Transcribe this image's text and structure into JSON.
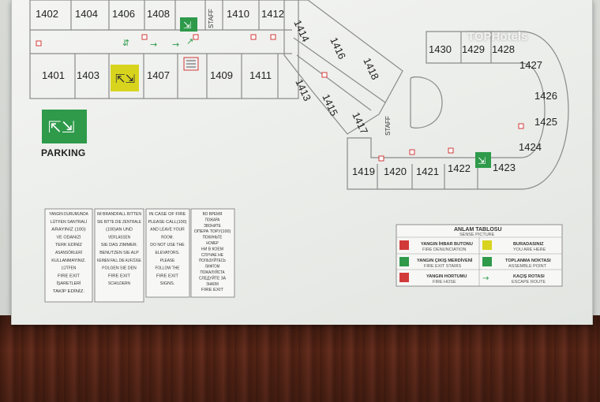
{
  "rooms_top_left": [
    "1402",
    "1404",
    "1406",
    "1408",
    "1410",
    "1412"
  ],
  "rooms_bottom_left": [
    "1401",
    "1403",
    "1407",
    "1409",
    "1411"
  ],
  "rooms_diag_upper": [
    "1414",
    "1416",
    "1418"
  ],
  "rooms_diag_lower": [
    "1413",
    "1415",
    "1417"
  ],
  "rooms_right_top": [
    "1430",
    "1429",
    "1428",
    "1427",
    "1426",
    "1425",
    "1424",
    "1423"
  ],
  "rooms_right_bottom": [
    "1419",
    "1420",
    "1421",
    "1422"
  ],
  "staff_label": "STAFF",
  "parking_label": "PARKING",
  "watermark": "TOPHotels",
  "panels": [
    [
      "YANGIN DURUMUNDA",
      "LÜTFEN SANTRALİ",
      "ARAYINIZ (100)",
      "VE ODANIZI",
      "TERK EDİNİZ",
      "ASANSÖRLERİ",
      "KULLANMAYINIZ.",
      "LÜTFEN",
      "FIRE EXIT",
      "İŞARETLERİ",
      "TAKİP EDİNİZ."
    ],
    [
      "IM BRANDFALL BITTEN",
      "SIE BITTE DIE ZENTRALE",
      "(100)AN UND",
      "VERLASSEN",
      "SIE DAS ZIMMER.",
      "BENUTZEN SIE ALP",
      "KEINEN FALL DIE AUFZÜGE",
      "FOLGEN SIE DEN",
      "FIRE EXIT",
      "SCHILDERN"
    ],
    [
      "IN CASE OF FIRE",
      "PLEASE CALL(100)",
      "AND LEAVE YOUR",
      "ROOM.",
      "DO NOT USE THE",
      "ELEVATORS.",
      "PLEASE",
      "FOLLOW THE",
      "FIRE EXIT",
      "SIGNS."
    ],
    [
      "ВО ВРЕМЯ",
      "ПОЖАРА",
      "ЗВОНИТЕ",
      "ОПЕРА ТОРУ(100)",
      "ПОКИНЬТЕ",
      "НОМЕР",
      "НИ В КОЕМ",
      "СЛУЧАЕ НЕ",
      "ПОЛЬЗУЙТЕСЬ",
      "ЛИФТОМ",
      "ПОЖАЛУЙСТА",
      "СЛЕДУЙТЕ ЗА",
      "ЗНАОМ",
      "FIRE EXIT"
    ]
  ],
  "legend": {
    "title": "ANLAM TABLOSU",
    "subtitle": "SENSE PICTURE",
    "items": [
      {
        "tr": "YANGIN İHBAR BUTONU",
        "en": "FIRE DENUNCIATION"
      },
      {
        "tr": "YANGIN ÇIKIŞ MERDİVENİ",
        "en": "FIRE EXIT STAIRS"
      },
      {
        "tr": "YANGIN HORTUMU",
        "en": "FIRE HOSE"
      },
      {
        "tr": "BURADASINIZ",
        "en": "YOU ARE HERE"
      },
      {
        "tr": "TOPLANMA NOKTASI",
        "en": "ASSEMBLE POINT"
      },
      {
        "tr": "KAÇIŞ ROTASI",
        "en": "ESCAPE ROUTE"
      }
    ]
  },
  "colors": {
    "exit_green": "#2e9a4a",
    "assembly_yellow": "#d8d41e",
    "alarm_red": "#d23a3a",
    "wall_line": "#8a8a8a"
  }
}
